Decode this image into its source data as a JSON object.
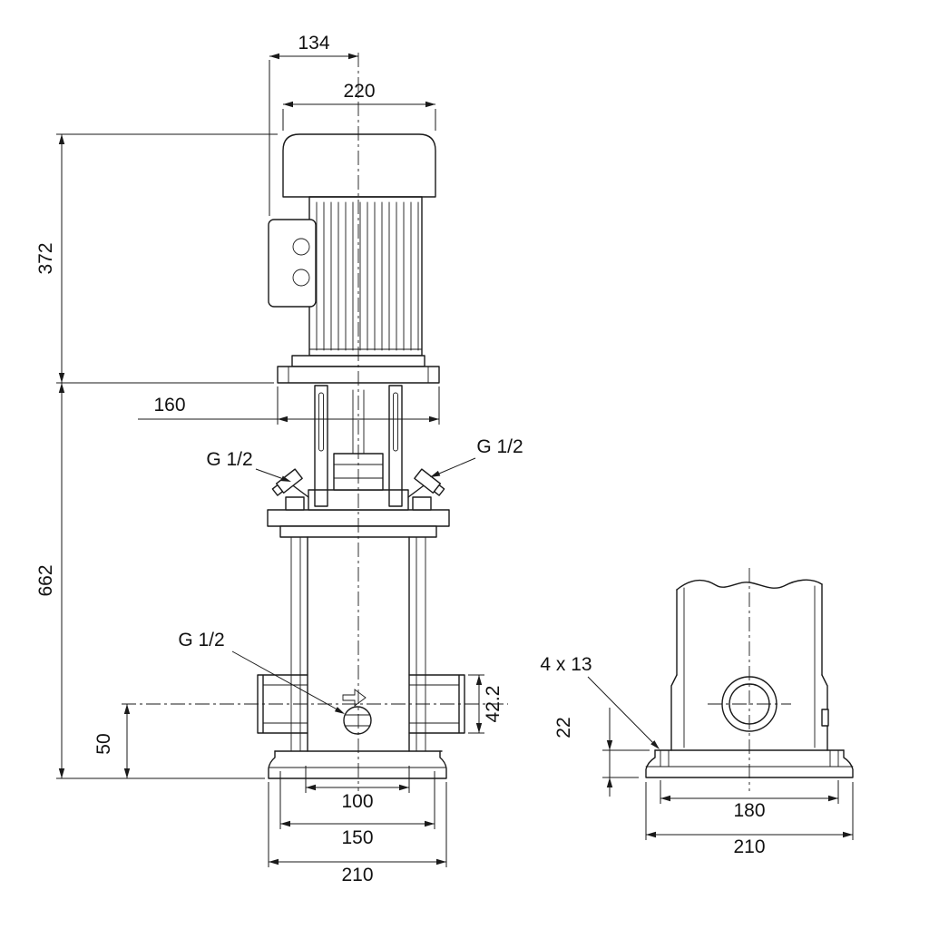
{
  "colors": {
    "line": "#1a1a1a",
    "background": "#ffffff"
  },
  "front": {
    "dim_134": "134",
    "dim_220": "220",
    "dim_372": "372",
    "dim_160": "160",
    "dim_662": "662",
    "g_half_left": "G 1/2",
    "g_half_right": "G 1/2",
    "g_half_drain": "G 1/2",
    "dim_50": "50",
    "dim_42_2": "42.2",
    "dim_100": "100",
    "dim_150": "150",
    "dim_210": "210"
  },
  "side": {
    "bolt_holes": "4 x 13",
    "dim_22": "22",
    "dim_180": "180",
    "dim_210": "210"
  }
}
